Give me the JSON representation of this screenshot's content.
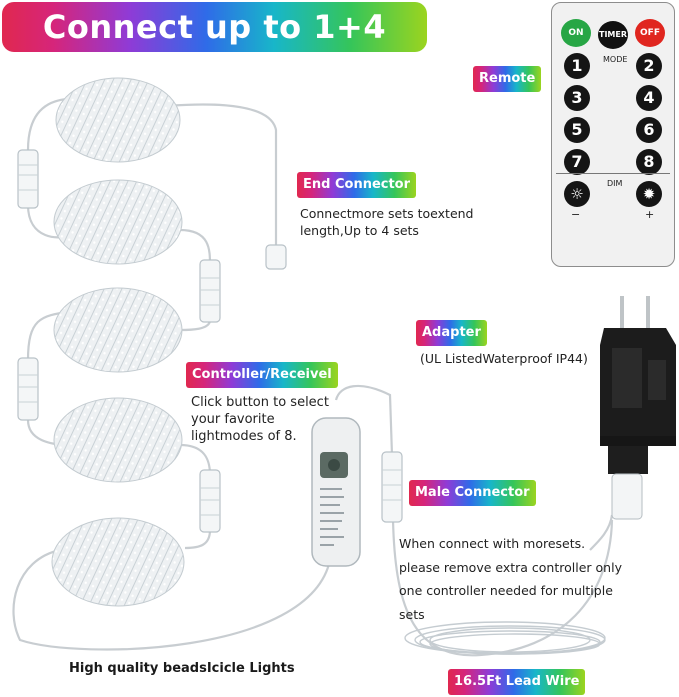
{
  "title": "Connect up to 1+4 Sets",
  "labels": {
    "remote": "Remote",
    "end_connector": "End Connector",
    "end_connector_desc": [
      "Connectmore sets toextend",
      "length,Up to 4 sets"
    ],
    "adapter": "Adapter",
    "adapter_desc": "(UL ListedWaterproof IP44)",
    "controller": "Controller/Receivel",
    "controller_desc": [
      "Click button to select",
      "your favorite",
      "lightmodes of 8."
    ],
    "male_connector": "Male Connector",
    "male_connector_desc": [
      "When connect with moresets.",
      "please remove extra controller only",
      "one controller needed for multiple",
      "sets"
    ],
    "lead_wire": "16.5Ft Lead Wire",
    "bottom_caption": "High quality beadsIcicle Lights"
  },
  "remote": {
    "on": "ON",
    "timer": "TIMER",
    "off": "OFF",
    "mode": "MODE",
    "dim": "DIM",
    "minus": "−",
    "plus": "+",
    "numbers": [
      "1",
      "2",
      "3",
      "4",
      "5",
      "6",
      "7",
      "8"
    ]
  },
  "colors": {
    "on_button": "#27a645",
    "off_button": "#e0261f",
    "timer_button": "#111111"
  }
}
